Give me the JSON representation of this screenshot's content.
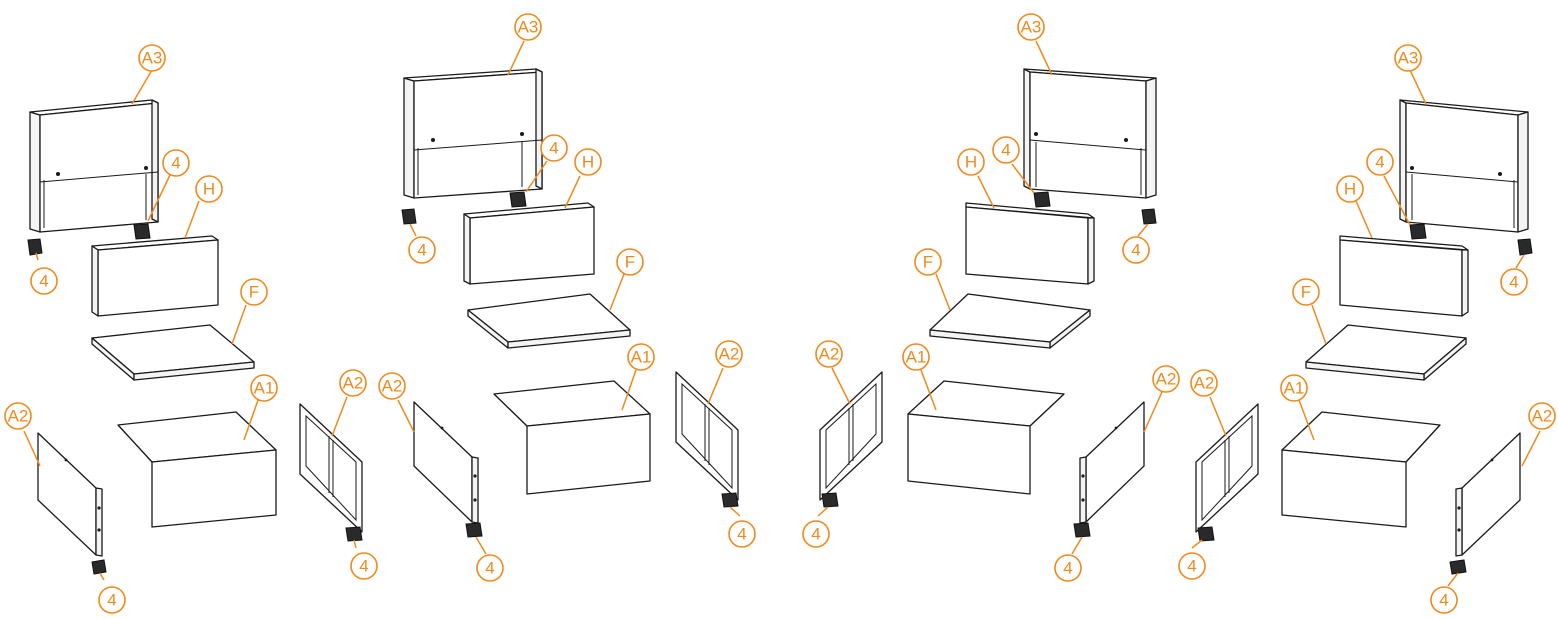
{
  "accent_color": "#f08a1c",
  "labels": {
    "A1": "A1",
    "A2": "A2",
    "A3": "A3",
    "F": "F",
    "H": "H",
    "foot": "4"
  }
}
